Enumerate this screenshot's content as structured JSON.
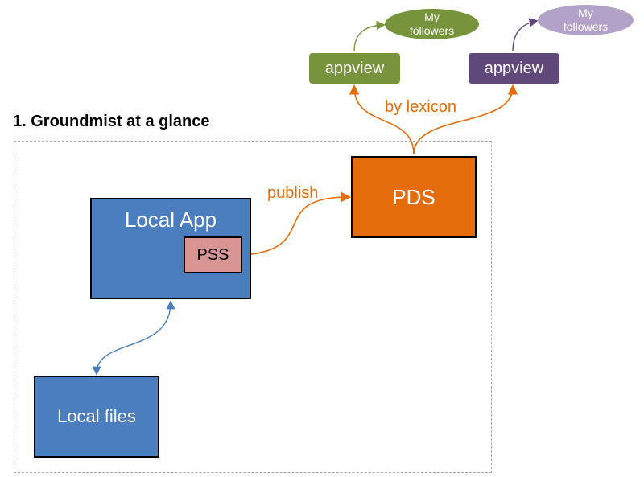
{
  "title": "1. Groundmist at a glance",
  "nodes": {
    "local_app": "Local App",
    "pss": "PSS",
    "local_files": "Local files",
    "pds": "PDS",
    "appview_green": "appview",
    "appview_purple": "appview",
    "followers_green": "My\nfollowers",
    "followers_purple": "My\nfollowers"
  },
  "edges": {
    "publish": "publish",
    "by_lexicon": "by lexicon"
  },
  "colors": {
    "blue": "#4a7ebf",
    "pink": "#d99594",
    "orange": "#e46c0a",
    "green": "#77933c",
    "purple": "#5f497a",
    "lavender": "#b3a2c7"
  }
}
